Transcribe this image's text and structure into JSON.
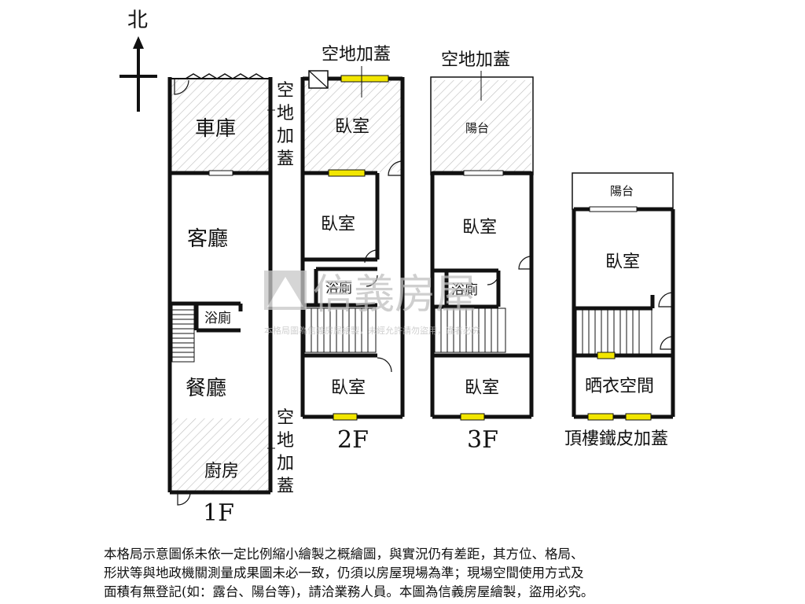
{
  "compass": {
    "north": "北"
  },
  "floors": {
    "f1": {
      "level": "1F",
      "garage": "車庫",
      "living": "客廳",
      "bath": "浴廁",
      "dining": "餐廳",
      "kitchen": "廚房",
      "addition_top": [
        "空",
        "地",
        "加",
        "蓋"
      ],
      "addition_bottom": [
        "空",
        "地",
        "加",
        "蓋"
      ]
    },
    "f2": {
      "level": "2F",
      "addition": "空地加蓋",
      "bedroom1": "臥室",
      "bedroom2": "臥室",
      "bath": "浴廁",
      "bedroom3": "臥室"
    },
    "f3": {
      "level": "3F",
      "addition": "空地加蓋",
      "balcony": "陽台",
      "bedroom1": "臥室",
      "bath": "浴廁",
      "bedroom2": "臥室"
    },
    "roof": {
      "level": "頂樓鐵皮加蓋",
      "balcony": "陽台",
      "bedroom": "臥室",
      "laundry": "晒衣空間"
    }
  },
  "watermark": {
    "brand": "信義房屋",
    "subline": "本格局圖為信義房屋繪製，未經允許請勿盜用，違者必究"
  },
  "disclaimer": [
    "本格局示意圖係未依一定比例縮小繪製之概繪圖，與實況仍有差距，其方位、格局、",
    "形狀等與地政機關測量成果圖未必一致，仍須以房屋現場為準；現場空間使用方式及",
    "面積有無登記(如：露台、陽台等)，請洽業務人員。本圖為信義房屋繪製，盜用必究。"
  ],
  "colors": {
    "wall": "#111111",
    "window": "#f2e600",
    "hatch": "#bdbdbd",
    "watermark": "#bfbfbf"
  }
}
